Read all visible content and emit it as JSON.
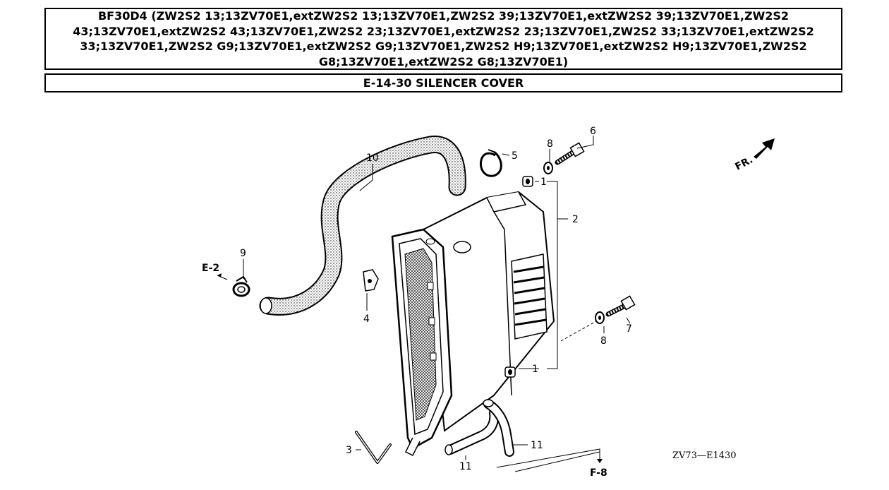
{
  "header": {
    "model_text": "BF30D4 (ZW2S2 13;13ZV70E1,extZW2S2 13;13ZV70E1,ZW2S2 39;13ZV70E1,extZW2S2 39;13ZV70E1,ZW2S2 43;13ZV70E1,extZW2S2 43;13ZV70E1,ZW2S2 23;13ZV70E1,extZW2S2 23;13ZV70E1,ZW2S2 33;13ZV70E1,extZW2S2 33;13ZV70E1,ZW2S2 G9;13ZV70E1,extZW2S2 G9;13ZV70E1,ZW2S2 H9;13ZV70E1,extZW2S2 H9;13ZV70E1,ZW2S2 G8;13ZV70E1,extZW2S2 G8;13ZV70E1)"
  },
  "section": {
    "title": "E-14-30 SILENCER COVER"
  },
  "diagram": {
    "direction_label": "FR.",
    "drawing_code": "ZV73—E1430",
    "references": {
      "e2": "E-2",
      "f8": "F-8"
    },
    "callouts": {
      "c1a": "1",
      "c1b": "1",
      "c2": "2",
      "c3": "3",
      "c4": "4",
      "c5": "5",
      "c6": "6",
      "c7": "7",
      "c8a": "8",
      "c8b": "8",
      "c9": "9",
      "c10": "10",
      "c11a": "11",
      "c11b": "11"
    }
  }
}
